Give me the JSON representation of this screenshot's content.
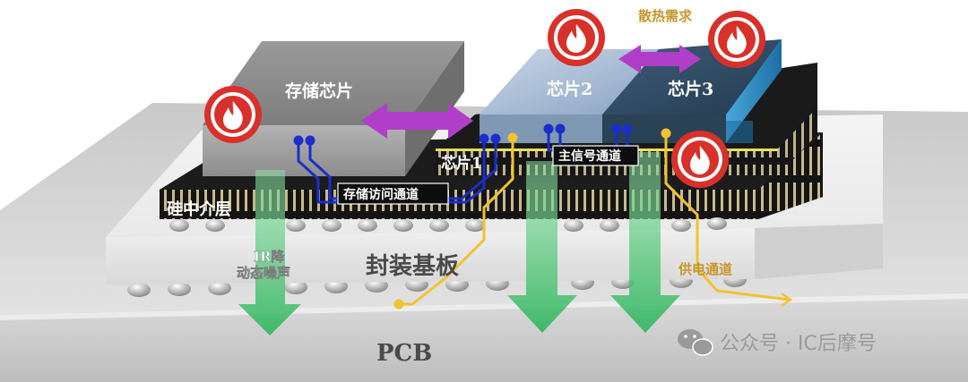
{
  "labels": {
    "memory_chip": "存储芯片",
    "chip1": "芯片1",
    "chip2": "芯片2",
    "chip3": "芯片3",
    "interposer": "硅中介层",
    "substrate": "封装基板",
    "pcb": "PCB",
    "memory_channel": "存储访问通道",
    "main_signal_channel": "主信号通道",
    "power_channel": "供电通道",
    "heat_demand": "散热需求",
    "ir_drop_line1": "IR降",
    "ir_drop_line2": "动态噪声",
    "watermark": "公众号 · IC后摩号"
  },
  "colors": {
    "heat_icon": "#d9302a",
    "memory_channel": "#1a2fc9",
    "power_channel": "#f2c230",
    "arrow_purple": "#b03ec8",
    "arrow_green": "#3fbf6a",
    "heat_label": "#c8962a"
  },
  "icons": [
    "flame-icon",
    "wechat-icon"
  ]
}
